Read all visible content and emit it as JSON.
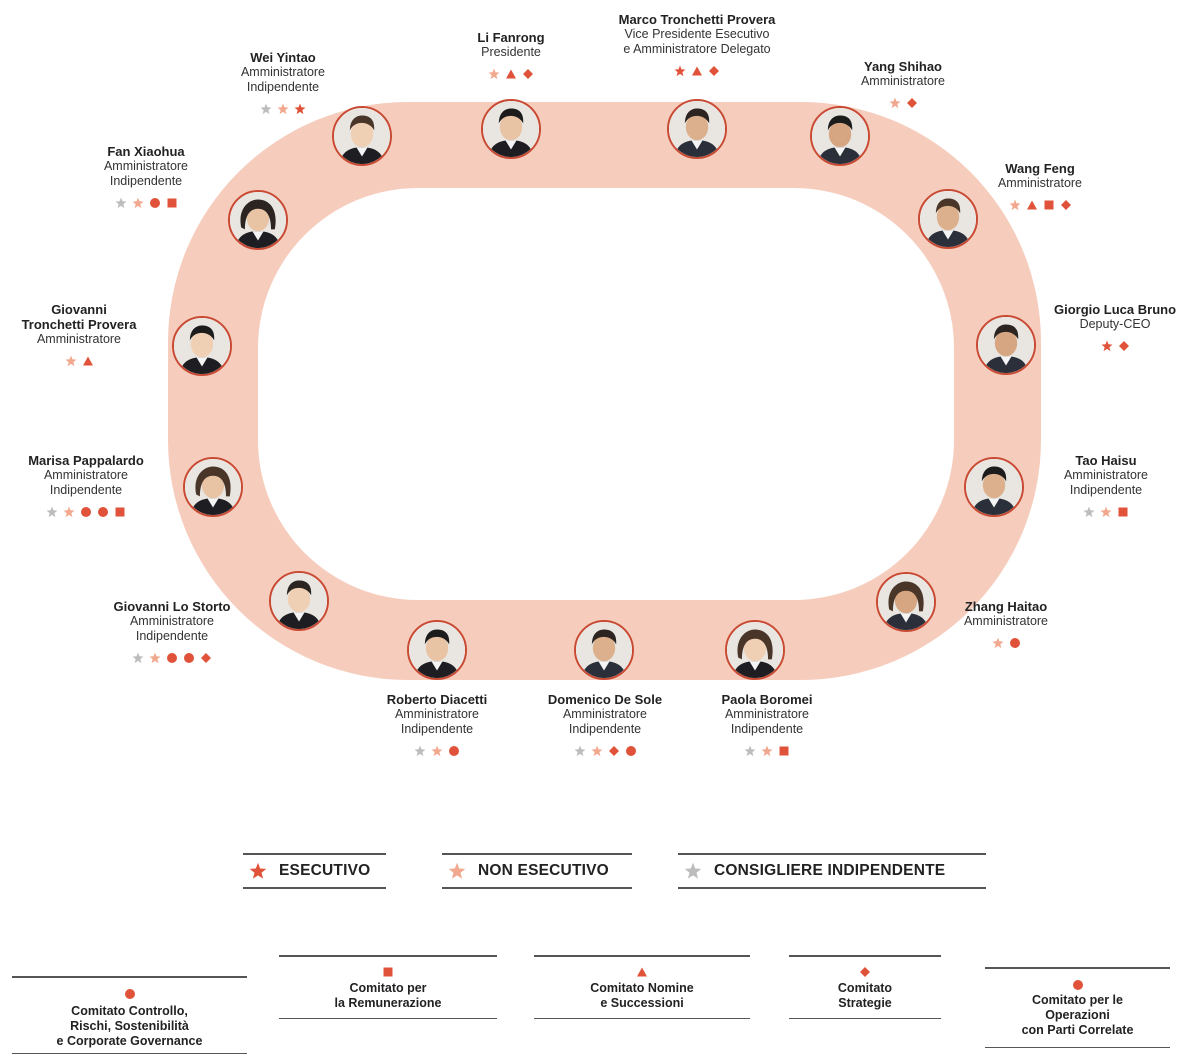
{
  "colors": {
    "track": "#f6cdbd",
    "executive": "#e0533a",
    "non_executive": "#f2a88e",
    "independent": "#bdbdbd",
    "committee": "#e0533a",
    "photo_border": "#c94a33"
  },
  "members": [
    {
      "id": "li-fanrong",
      "name": "Li Fanrong",
      "role": "Presidente",
      "symbols": [
        "star-non-executive",
        "triangle",
        "diamond"
      ]
    },
    {
      "id": "marco-tronchetti",
      "name": "Marco Tronchetti Provera",
      "role": "Vice Presidente Esecutivo\ne Amministratore Delegato",
      "symbols": [
        "star-executive",
        "triangle",
        "diamond"
      ]
    },
    {
      "id": "wei-yintao",
      "name": "Wei Yintao",
      "role": "Amministratore\nIndipendente",
      "symbols": [
        "star-independent",
        "star-non-executive",
        "star-executive"
      ]
    },
    {
      "id": "yang-shihao",
      "name": "Yang Shihao",
      "role": "Amministratore",
      "symbols": [
        "star-non-executive",
        "diamond"
      ]
    },
    {
      "id": "fan-xiaohua",
      "name": "Fan Xiaohua",
      "role": "Amministratore\nIndipendente",
      "symbols": [
        "star-independent",
        "star-non-executive",
        "circle",
        "square"
      ]
    },
    {
      "id": "wang-feng",
      "name": "Wang Feng",
      "role": "Amministratore",
      "symbols": [
        "star-non-executive",
        "triangle",
        "square",
        "diamond"
      ]
    },
    {
      "id": "giovanni-tronchetti",
      "name": "Giovanni\nTronchetti Provera",
      "role": "Amministratore",
      "symbols": [
        "star-non-executive",
        "triangle"
      ]
    },
    {
      "id": "giorgio-bruno",
      "name": "Giorgio Luca Bruno",
      "role": "Deputy-CEO",
      "symbols": [
        "star-executive",
        "diamond"
      ]
    },
    {
      "id": "marisa-pappalardo",
      "name": "Marisa Pappalardo",
      "role": "Amministratore\nIndipendente",
      "symbols": [
        "star-independent",
        "star-non-executive",
        "circle",
        "circle",
        "square"
      ]
    },
    {
      "id": "tao-haisu",
      "name": "Tao Haisu",
      "role": "Amministratore\nIndipendente",
      "symbols": [
        "star-independent",
        "star-non-executive",
        "square"
      ]
    },
    {
      "id": "giovanni-lo-storto",
      "name": "Giovanni Lo Storto",
      "role": "Amministratore\nIndipendente",
      "symbols": [
        "star-independent",
        "star-non-executive",
        "circle",
        "circle",
        "diamond"
      ]
    },
    {
      "id": "zhang-haitao",
      "name": "Zhang Haitao",
      "role": "Amministratore",
      "symbols": [
        "star-non-executive",
        "circle"
      ]
    },
    {
      "id": "roberto-diacetti",
      "name": "Roberto Diacetti",
      "role": "Amministratore\nIndipendente",
      "symbols": [
        "star-independent",
        "star-non-executive",
        "circle"
      ]
    },
    {
      "id": "domenico-de-sole",
      "name": "Domenico De Sole",
      "role": "Amministratore\nIndipendente",
      "symbols": [
        "star-independent",
        "star-non-executive",
        "diamond",
        "circle"
      ]
    },
    {
      "id": "paola-boromei",
      "name": "Paola Boromei",
      "role": "Amministratore\nIndipendente",
      "symbols": [
        "star-independent",
        "star-non-executive",
        "square"
      ]
    }
  ],
  "legend": [
    {
      "id": "executive",
      "label": "ESECUTIVO",
      "icon": "star-executive"
    },
    {
      "id": "non-executive",
      "label": "NON ESECUTIVO",
      "icon": "star-non-executive"
    },
    {
      "id": "independent",
      "label": "CONSIGLIERE INDIPENDENTE",
      "icon": "star-independent"
    }
  ],
  "committees": [
    {
      "id": "controllo",
      "label": "Comitato Controllo,\nRischi, Sostenibilità\ne Corporate Governance",
      "icon": "circle"
    },
    {
      "id": "remunerazione",
      "label": "Comitato per\nla Remunerazione",
      "icon": "square"
    },
    {
      "id": "nomine",
      "label": "Comitato Nomine\ne Successioni",
      "icon": "triangle"
    },
    {
      "id": "strategie",
      "label": "Comitato\nStrategie",
      "icon": "diamond"
    },
    {
      "id": "parti-correlate",
      "label": "Comitato per le\nOperazioni\ncon Parti Correlate",
      "icon": "circle"
    }
  ]
}
